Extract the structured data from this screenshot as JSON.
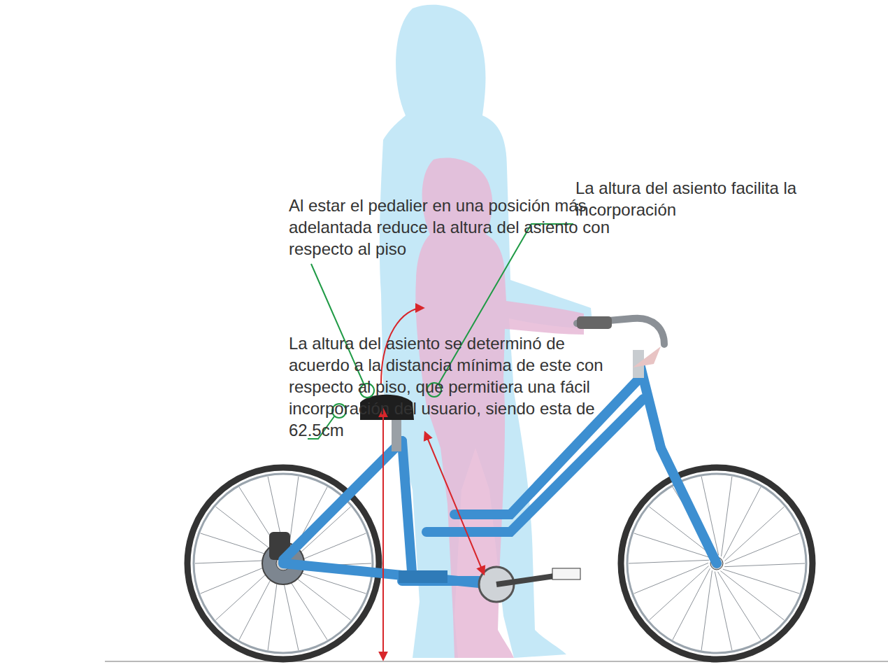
{
  "diagram": {
    "labels": [
      "Al estar el pedalier en una posición más adelantada reduce la altura del asiento con respecto al piso",
      "La altura del asiento se determinó de acuerdo a la distancia mínima de este con respecto al piso, que permitiera una fácil incorporación del usuario, siendo esta de 62.5cm",
      "La altura del asiento facilita la incorporación"
    ]
  }
}
